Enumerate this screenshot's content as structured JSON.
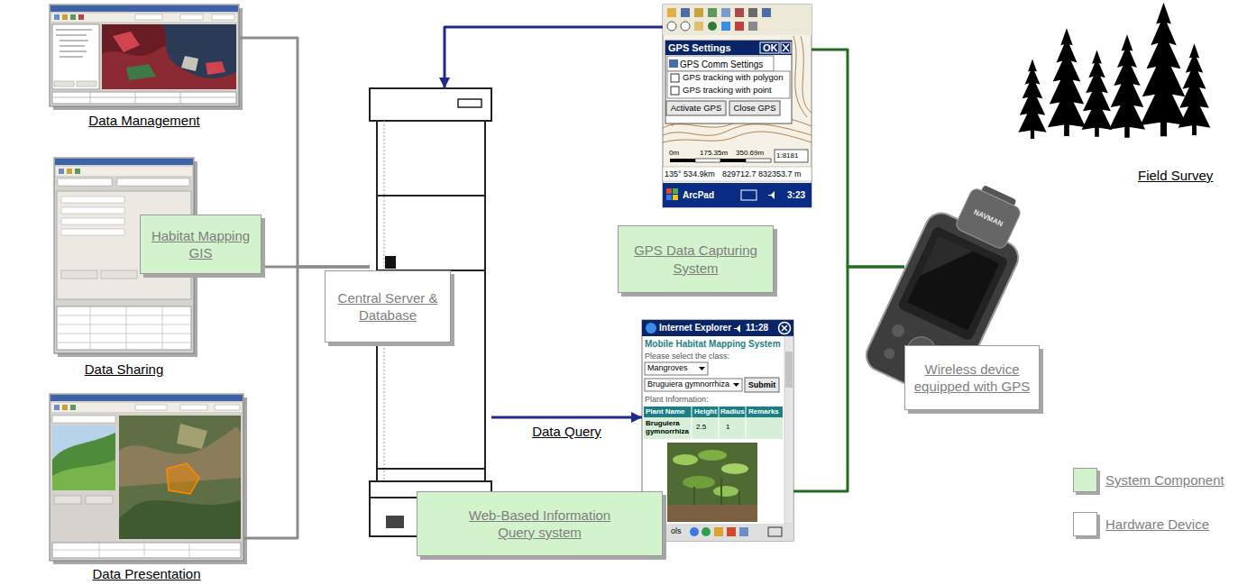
{
  "diagram": {
    "nodes": [
      {
        "text": [
          "Data Management"
        ]
      },
      {
        "text": [
          "Data Sharing"
        ]
      },
      {
        "text": [
          "Habitat Mapping GIS"
        ]
      },
      {
        "text": [
          "Data Presentation"
        ]
      },
      {
        "text": [
          "Central Server & Database"
        ]
      },
      {
        "text": [
          "GPS Settings",
          "OK",
          "GPS Comm Settings",
          "GPS tracking with polygon",
          "GPS tracking with point",
          "Activate GPS",
          "Close GPS",
          "0m",
          "175.35m",
          "350.69m",
          "1:8181",
          "135° 534.9km",
          "829712.7 832353.7 m",
          "ArcPad",
          "3:23"
        ]
      },
      {
        "text": [
          "GPS Data Capturing System"
        ]
      },
      {
        "text": [
          "Internet Explorer",
          "11:28",
          "Mobile Habitat Mapping System",
          "Please select the class:",
          "Mangroves",
          "Bruguiera gymnorrhiza",
          "Submit",
          "Plant Information:",
          "Plant Name",
          "Height",
          "Radius",
          "Remarks",
          "Bruguiera gymnorrhiza",
          "2.5",
          "1",
          "ols"
        ]
      },
      {
        "text": [
          "Web-Based Information Query system"
        ]
      },
      {
        "text": [
          "Wireless device equipped with GPS"
        ]
      }
    ],
    "edges": [
      {
        "from": 0,
        "to": 4,
        "arrow": "none"
      },
      {
        "from": 1,
        "to": 4,
        "arrow": "none"
      },
      {
        "from": 3,
        "to": 4,
        "arrow": "none"
      },
      {
        "from": 5,
        "to": 4,
        "arrow": "to"
      },
      {
        "from": 4,
        "to": 7,
        "label": "Data Query",
        "arrow": "to"
      },
      {
        "from": 5,
        "to": 9,
        "arrow": "none"
      },
      {
        "from": 7,
        "to": 9,
        "arrow": "none"
      }
    ],
    "labels": [
      "Field Survey",
      "NAVMAN"
    ],
    "legend": [
      {
        "text": "System Component",
        "color": "#d3f3cc"
      },
      {
        "text": "Hardware Device",
        "color": "#ffffff"
      }
    ]
  }
}
